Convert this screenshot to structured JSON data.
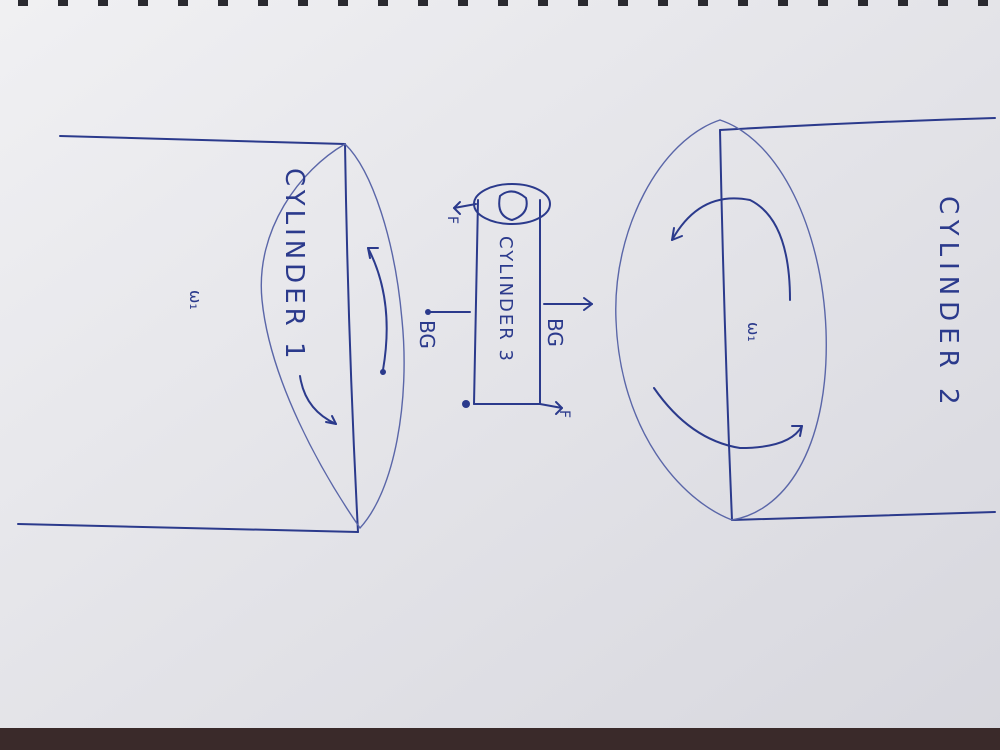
{
  "labels": {
    "cylinder1": "CYLINDER 1",
    "cylinder2": "CYLINDER 2",
    "cylinder3": "CYLINDER 3",
    "omega1_left": "ω₁",
    "omega1_right": "ω₁",
    "bg_left": "BG",
    "bg_right": "BG",
    "f_top": "F",
    "f_bottom": "F"
  },
  "colors": {
    "paper": "#e9e9ed",
    "ink": "#2b3a8c",
    "background": "#3a2a2a"
  }
}
